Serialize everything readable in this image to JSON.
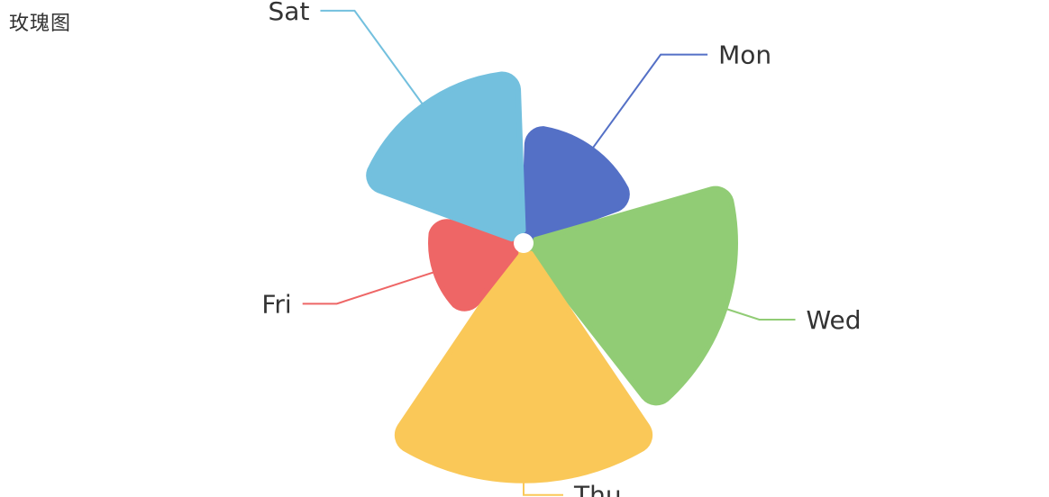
{
  "chart_data": {
    "type": "pie",
    "subtype": "nightingale-rose",
    "title": "玫瑰图",
    "categories": [
      "Mon",
      "Wed",
      "Thu",
      "Fri",
      "Sat"
    ],
    "values": [
      40,
      77,
      87,
      31,
      61
    ],
    "colors": [
      "#5470c6",
      "#91cc75",
      "#fac858",
      "#ee6666",
      "#73c0de"
    ],
    "legend": "none",
    "labels_position": "outside"
  }
}
